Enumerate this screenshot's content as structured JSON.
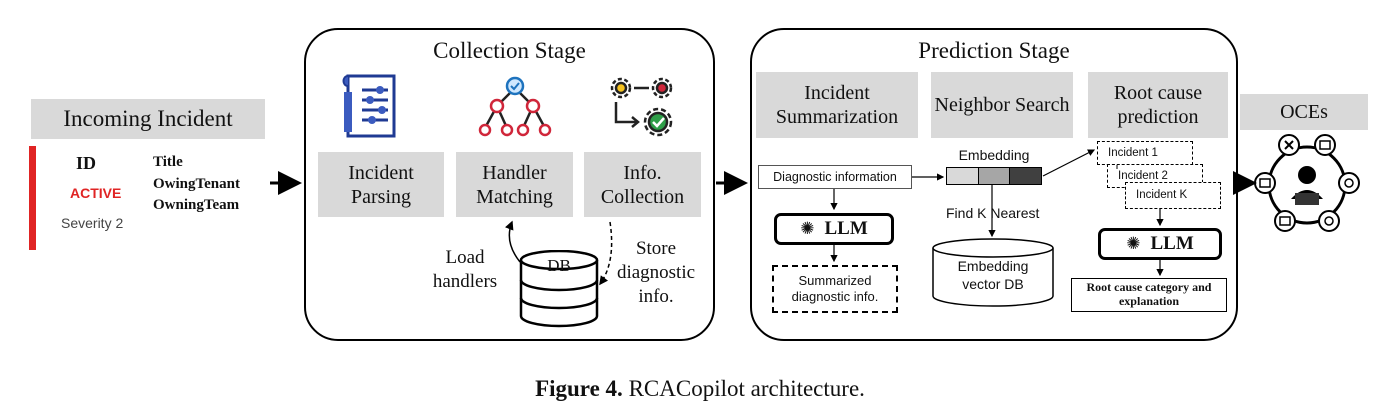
{
  "incoming": {
    "title": "Incoming Incident",
    "id_label": "ID",
    "status": "ACTIVE",
    "severity": "Severity 2",
    "fields": [
      "Title",
      "OwingTenant",
      "OwningTeam"
    ]
  },
  "collection": {
    "title": "Collection Stage",
    "parsing": "Incident Parsing",
    "handler": "Handler Matching",
    "info": "Info. Collection",
    "load": "Load handlers",
    "db": "DB",
    "store": "Store diagnostic info."
  },
  "prediction": {
    "title": "Prediction Stage",
    "summarization": "Incident Summarization",
    "neighbor": "Neighbor Search",
    "rootcause": "Root cause prediction",
    "diag_info": "Diagnostic information",
    "llm": "LLM",
    "summarized": "Summarized diagnostic info.",
    "embedding": "Embedding",
    "find_k": "Find K Nearest",
    "vector_db": "Embedding vector DB",
    "incidents": [
      "Incident 1",
      "Incident 2",
      "Incident K"
    ],
    "result": "Root cause category and explanation"
  },
  "oces": {
    "title": "OCEs"
  },
  "caption": {
    "bold": "Figure 4.",
    "text": "RCACopilot architecture."
  },
  "colors": {
    "accent_red": "#e02424",
    "gray_box": "#d9d9d9"
  }
}
